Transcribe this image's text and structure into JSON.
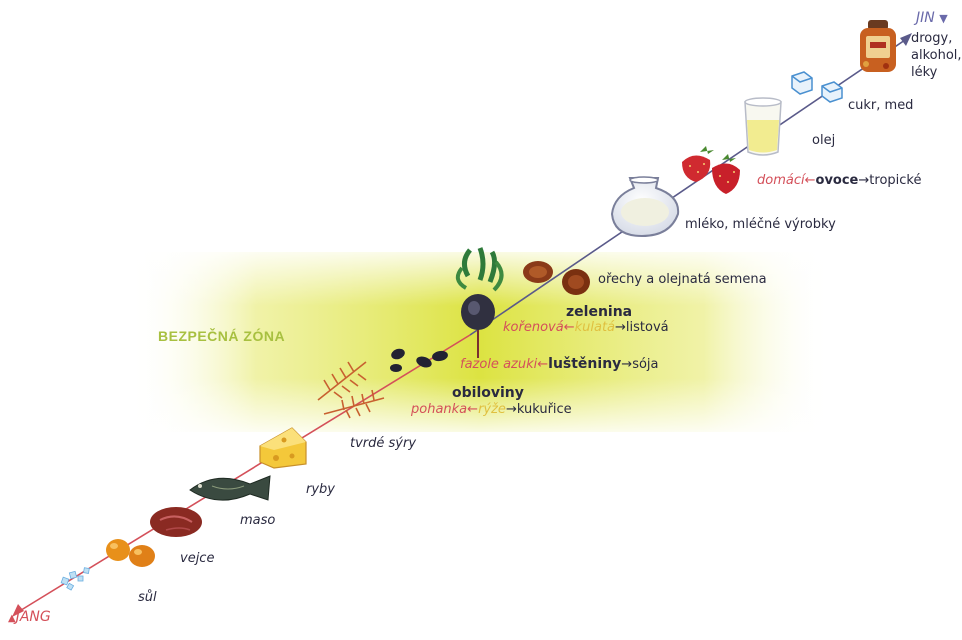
{
  "zone_label": "BEZPEČNÁ ZÓNA",
  "jin": {
    "label": "JIN",
    "marker": "▼",
    "items": [
      "drogy,",
      "alkohol,",
      "léky"
    ]
  },
  "jang": {
    "marker": "▲",
    "label": "JANG"
  },
  "foods": {
    "cukr": "cukr, med",
    "olej": "olej",
    "ovoce": {
      "left": "domácí",
      "arrow_left": "←",
      "center": "ovoce",
      "arrow_right": "→",
      "right": "tropické"
    },
    "mleko": "mléko, mléčné výrobky",
    "orechy": "ořechy a olejnatá semena",
    "zelenina": {
      "title": "zelenina",
      "left": "kořenová",
      "arrow_left": "←",
      "center": "kulatá",
      "arrow_right": "→",
      "right": "listová"
    },
    "lusteniny": {
      "left": "fazole azuki",
      "arrow_left": "←",
      "center": "luštěniny",
      "arrow_right": "→",
      "right": "sója"
    },
    "obiloviny": {
      "title": "obiloviny",
      "left": "pohanka",
      "arrow_left": "←",
      "center": "rýže",
      "arrow_right": "→",
      "right": "kukuřice"
    },
    "syry": "tvrdé sýry",
    "ryby": "ryby",
    "maso": "maso",
    "vejce": "vejce",
    "sul": "sůl"
  },
  "colors": {
    "zone": "#d8e020",
    "axis_top": "#5a5a8a",
    "axis_bottom": "#d4505a",
    "zone_text": "#a8c040"
  },
  "icons": [
    "jar-icon",
    "sugar-cube-icon",
    "oil-glass-icon",
    "strawberry-icon",
    "milk-jug-icon",
    "nuts-icon",
    "beet-icon",
    "beans-icon",
    "wheat-icon",
    "cheese-icon",
    "fish-icon",
    "meat-icon",
    "eggs-icon",
    "salt-icon"
  ]
}
